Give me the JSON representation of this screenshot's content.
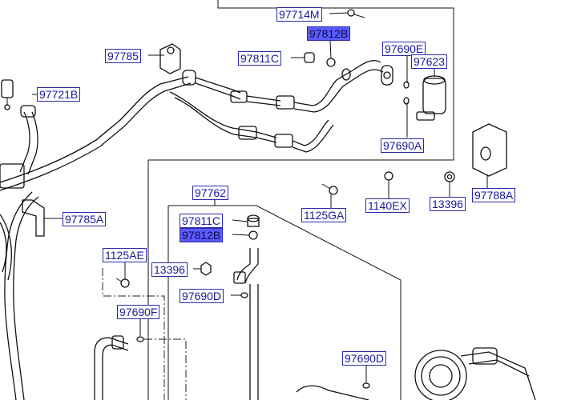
{
  "labels": {
    "p97714M": "97714M",
    "p97812B_top": "97812B",
    "p97785": "97785",
    "p97811C_top": "97811C",
    "p97690E": "97690E",
    "p97623": "97623",
    "p97721B": "97721B",
    "p97690A": "97690A",
    "p97762": "97762",
    "p1125GA": "1125GA",
    "p1140EX": "1140EX",
    "p13396_right": "13396",
    "p97788A": "97788A",
    "p97811C_mid": "97811C",
    "p97812B_mid": "97812B",
    "p97785A": "97785A",
    "p1125AE": "1125AE",
    "p13396_mid": "13396",
    "p97690D_mid": "97690D",
    "p97690F": "97690F",
    "p97690D_bot": "97690D"
  },
  "colors": {
    "label_text": "#1a1a9a",
    "label_border": "#2a2aa8",
    "label_highlight": "#5b5bff",
    "line": "#111111"
  }
}
